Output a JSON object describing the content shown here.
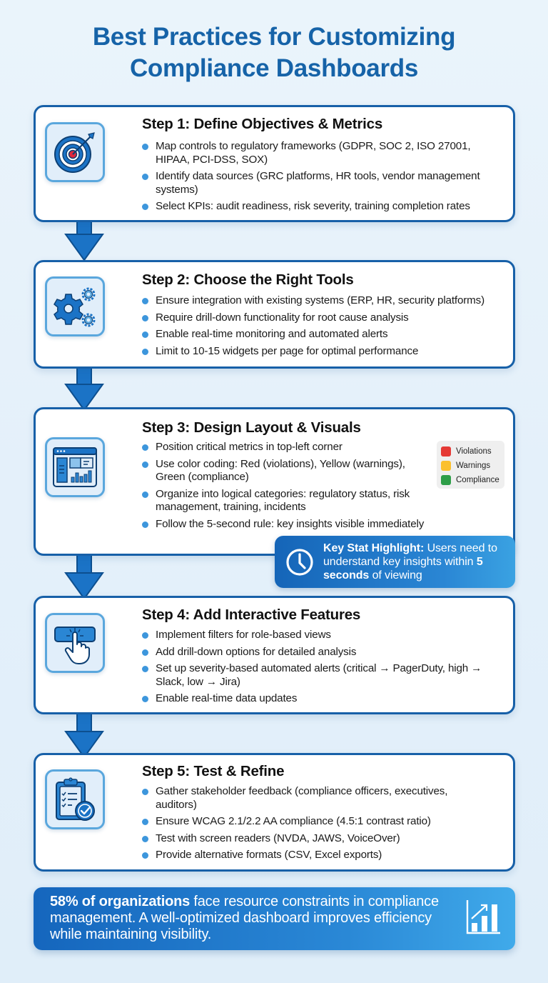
{
  "title": {
    "line1": "Best Practices for Customizing",
    "line2": "Compliance Dashboards"
  },
  "colors": {
    "title": "#1663a8",
    "card_border": "#1760a8",
    "bullet": "#3d96dc",
    "connector": "#1b73c6",
    "icon_box_bg": "#e1eefa",
    "icon_box_border": "#5aa7dd"
  },
  "steps": [
    {
      "title": "Step 1: Define Objectives & Metrics",
      "icon": "target-icon",
      "bullets": [
        "Map controls to regulatory frameworks (GDPR, SOC 2, ISO 27001, HIPAA, PCI-DSS, SOX)",
        "Identify data sources (GRC platforms, HR tools, vendor management systems)",
        "Select KPIs: audit readiness, risk severity, training completion rates"
      ]
    },
    {
      "title": "Step 2: Choose the Right Tools",
      "icon": "gears-icon",
      "bullets": [
        "Ensure integration with existing systems (ERP, HR, security platforms)",
        "Require drill-down functionality for root cause analysis",
        "Enable real-time monitoring and automated alerts",
        "Limit to 10-15 widgets per page for optimal performance"
      ]
    },
    {
      "title": "Step 3: Design Layout & Visuals",
      "icon": "dashboard-layout-icon",
      "bullets": [
        "Position critical metrics in top-left corner",
        "Use color coding: Red (violations), Yellow (warnings), Green (compliance)",
        "Organize into logical categories: regulatory status, risk management, training, incidents",
        "Follow the 5-second rule: key insights visible immediately"
      ],
      "legend": [
        {
          "label": "Violations",
          "color": "#e53935"
        },
        {
          "label": "Warnings",
          "color": "#fbc02d"
        },
        {
          "label": "Compliance",
          "color": "#2e9e48"
        }
      ],
      "highlight": {
        "icon": "clock-icon",
        "bold_prefix": "Key Stat Highlight:",
        "text_mid": " Users need to understand key insights within ",
        "bold_value": "5 seconds",
        "text_suffix": " of viewing"
      }
    },
    {
      "title": "Step 4: Add Interactive Features",
      "icon": "click-button-icon",
      "bullets": [
        "Implement filters for role-based views",
        "Add drill-down options for detailed analysis",
        "Set up severity-based automated alerts (critical → PagerDuty, high → Slack, low → Jira)",
        "Enable real-time data updates"
      ]
    },
    {
      "title": "Step 5: Test & Refine",
      "icon": "clipboard-check-icon",
      "bullets": [
        "Gather stakeholder feedback (compliance officers, executives, auditors)",
        "Ensure WCAG 2.1/2.2 AA compliance (4.5:1 contrast ratio)",
        "Test with screen readers (NVDA, JAWS, VoiceOver)",
        "Provide alternative formats (CSV, Excel exports)"
      ]
    }
  ],
  "footer": {
    "bold_prefix": "58% of organizations",
    "text": " face resource constraints in compliance management. A well-optimized dashboard improves efficiency while maintaining visibility.",
    "icon": "bar-chart-growth-icon"
  }
}
